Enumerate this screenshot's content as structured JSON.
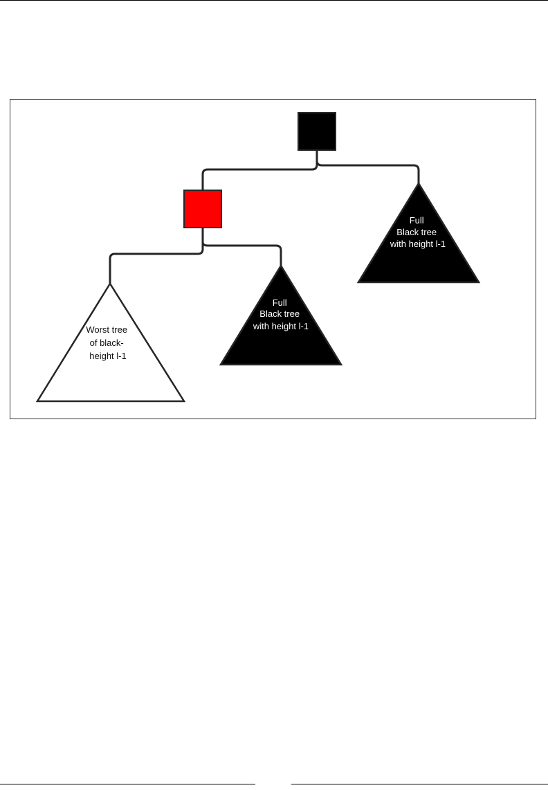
{
  "diagram": {
    "colors": {
      "root_fill": "#000000",
      "red_node_fill": "#ff0000",
      "black_subtree_fill": "#000000",
      "worst_subtree_fill": "#ffffff",
      "edge": "#262626"
    },
    "subtrees": {
      "worst": {
        "lines": [
          "Worst tree",
          "of black-",
          "height l-1"
        ]
      },
      "middle_full": {
        "lines": [
          "Full",
          "Black tree",
          "with height l-1"
        ]
      },
      "right_full": {
        "lines": [
          "Full",
          "Black tree",
          "with height l-1"
        ]
      }
    }
  }
}
